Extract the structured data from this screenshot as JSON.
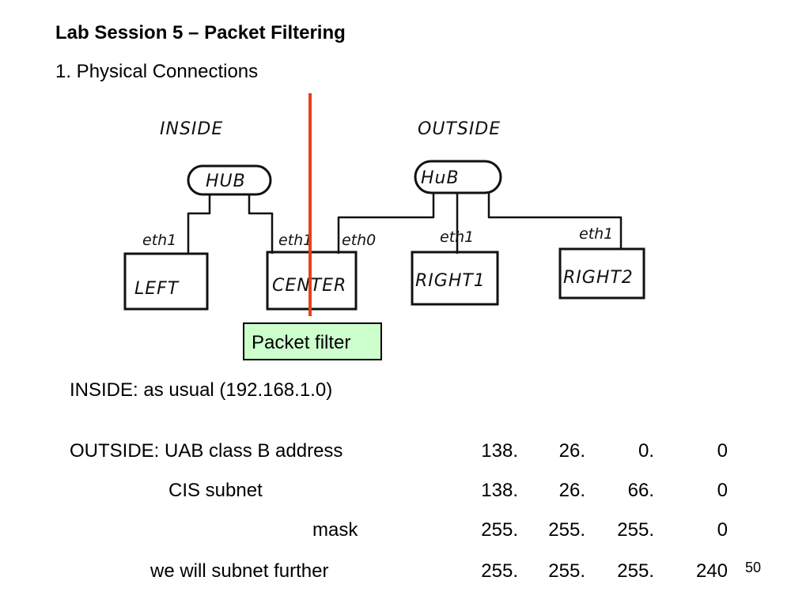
{
  "title": "Lab Session 5 – Packet Filtering",
  "subtitle": "1. Physical Connections",
  "diagram": {
    "inside_label": "INSIDE",
    "outside_label": "OUTSIDE",
    "hub_inside": "HUB",
    "hub_outside": "HuB",
    "left_iface": "eth1",
    "center_iface_in": "eth1",
    "center_iface_out": "eth0",
    "right1_iface": "eth1",
    "right2_iface": "eth1",
    "left": "LEFT",
    "center": "CENTER",
    "right1": "RIGHT1",
    "right2": "RIGHT2",
    "divider_color": "#e8401c",
    "filter_label": "Packet filter",
    "filter_fill": "#ccffcc"
  },
  "inside_text": "INSIDE:  as usual (192.168.1.0)",
  "rows": [
    {
      "label": "OUTSIDE: UAB class B address",
      "o1": "138.",
      "o2": "26.",
      "o3": "0.",
      "o4": "0"
    },
    {
      "label": "CIS subnet",
      "o1": "138.",
      "o2": "26.",
      "o3": "66.",
      "o4": "0"
    },
    {
      "label": "mask",
      "o1": "255.",
      "o2": "255.",
      "o3": "255.",
      "o4": "0"
    },
    {
      "label": "we will subnet further",
      "o1": "255.",
      "o2": "255.",
      "o3": "255.",
      "o4": "240"
    }
  ],
  "page_number": "50"
}
